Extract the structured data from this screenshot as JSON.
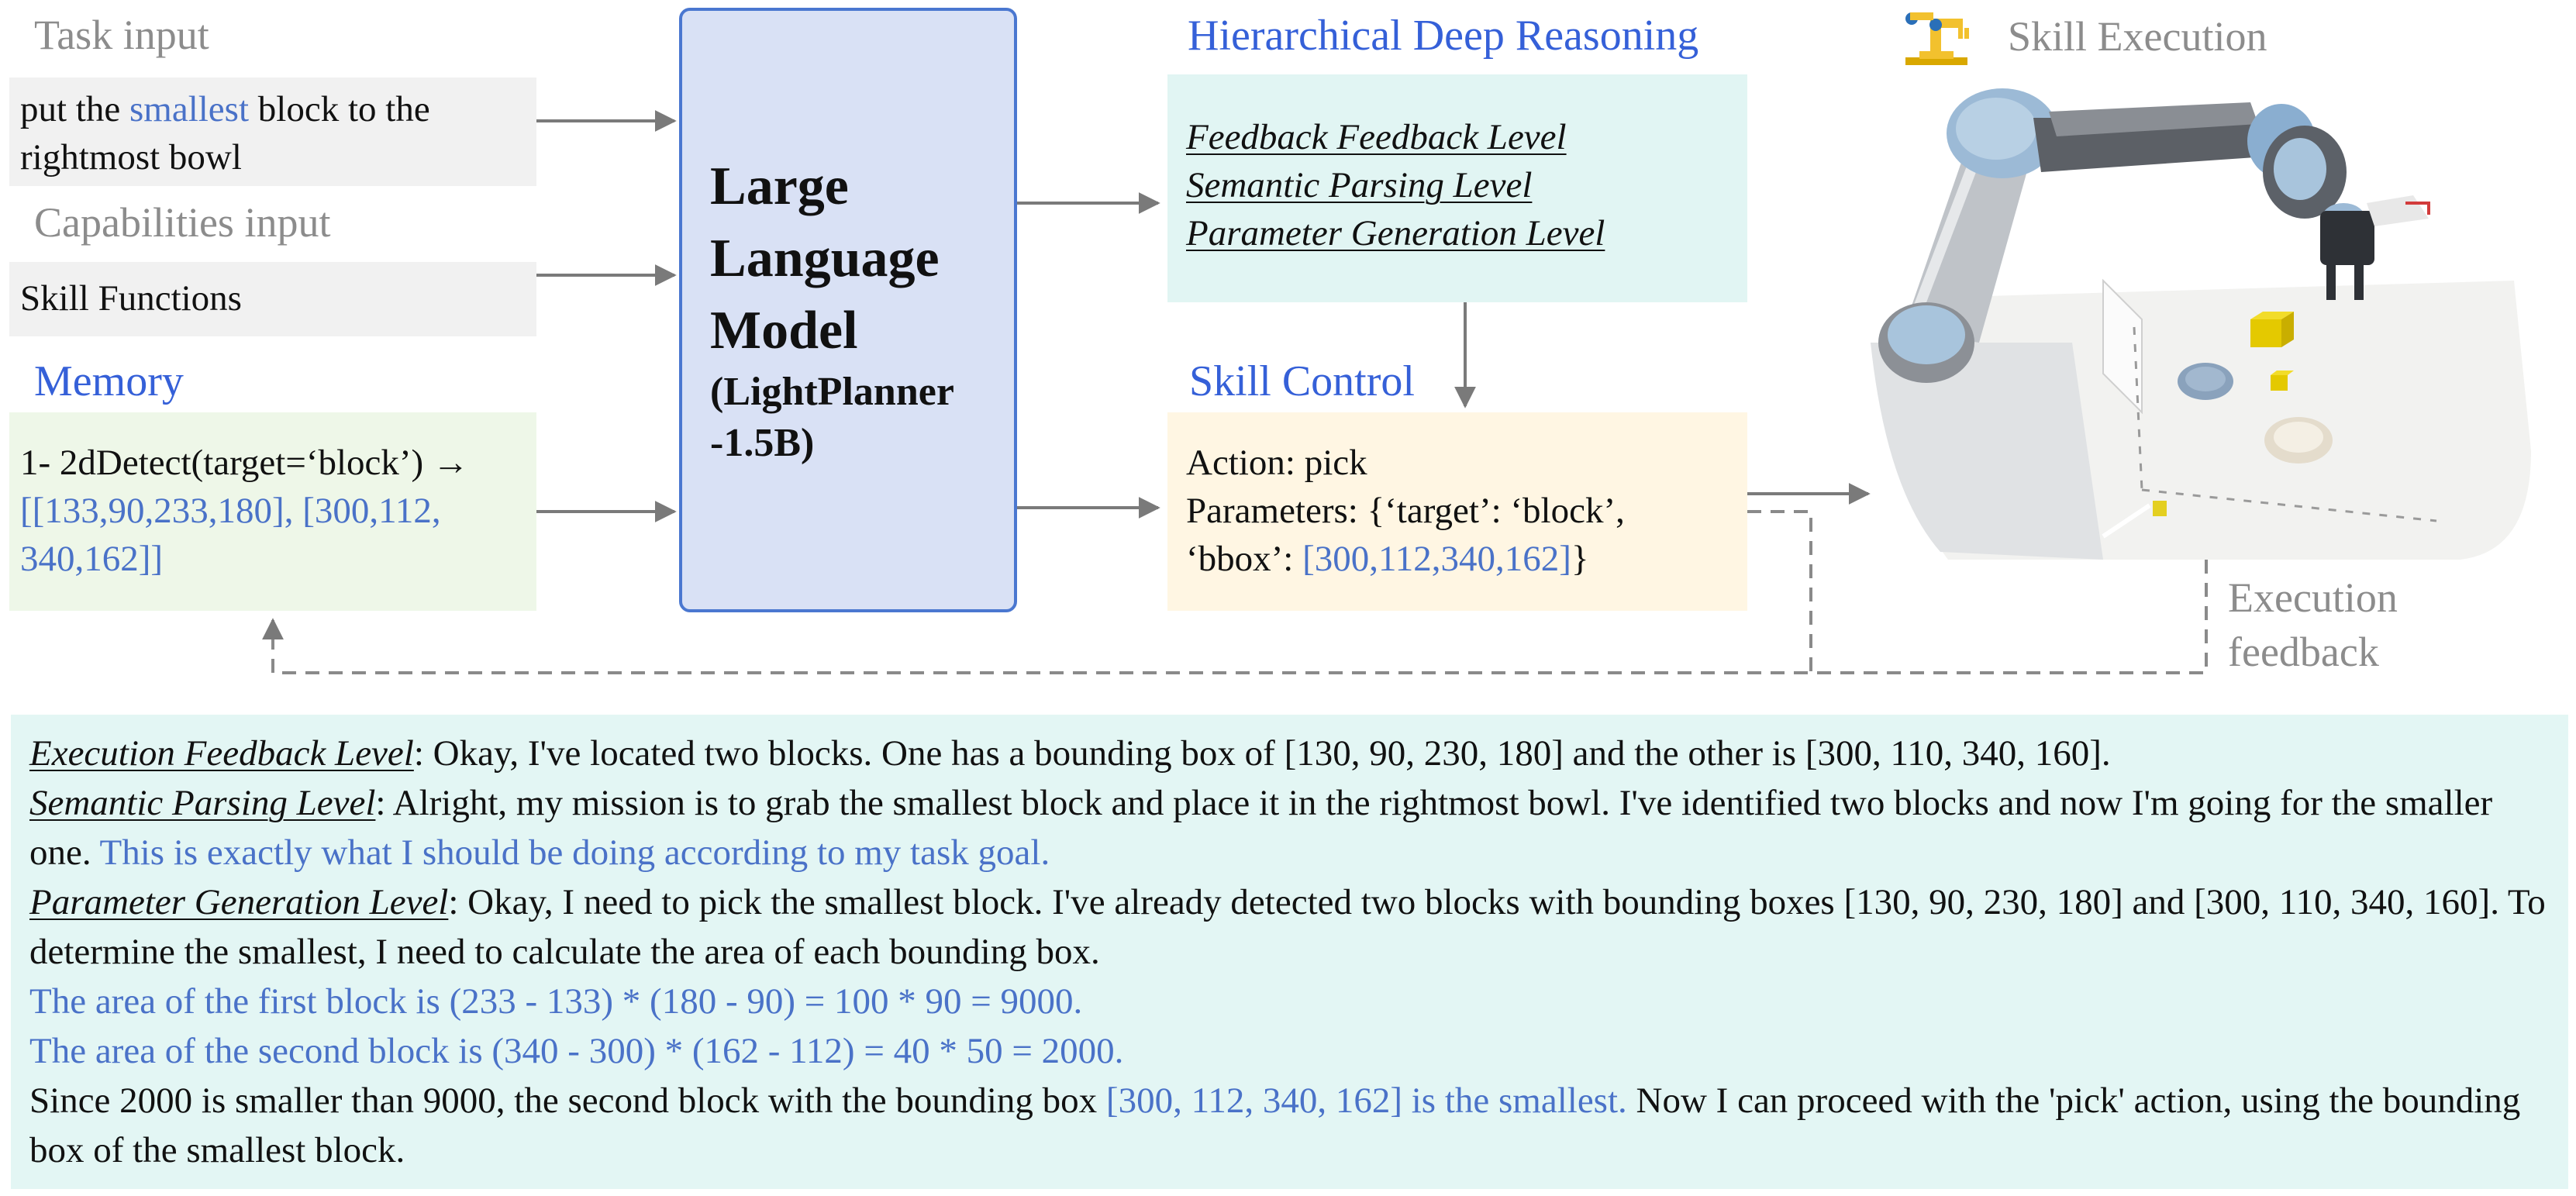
{
  "inputs": {
    "task_title": "Task input",
    "task_parts": [
      "put the ",
      "smallest",
      " block to the rightmost bowl"
    ],
    "capabilities_title": "Capabilities input",
    "capabilities_text": "Skill Functions",
    "memory_title": "Memory",
    "memory_line": "1-  2dDetect(target=‘block’) →",
    "memory_result": "[[133,90,233,180], [300,112, 340,162]]"
  },
  "llm": {
    "title_lines": [
      "Large",
      "Language",
      "Model"
    ],
    "subtitle_lines": [
      "(LightPlanner",
      "-1.5B)"
    ]
  },
  "reasoning": {
    "title": "Hierarchical Deep Reasoning",
    "levels": [
      "Feedback  Feedback Level",
      "Semantic Parsing Level",
      "Parameter Generation Level"
    ]
  },
  "skill_control": {
    "title": "Skill Control",
    "action": "Action: pick",
    "params_prefix": "Parameters: {‘target’: ‘block’,",
    "bbox_label": "‘bbox’: ",
    "bbox_value": "[300,112,340,162]",
    "close": "}"
  },
  "execution": {
    "title": "Skill Execution",
    "feedback_lines": [
      "Execution",
      "feedback"
    ],
    "icon": "robot-arm-icon"
  },
  "reasoning_output": {
    "p1_label": "Execution Feedback Level",
    "p1_text": ": Okay, I've located two blocks. One has a bounding box of [130, 90, 230, 180] and the other is [300, 110, 340, 160].",
    "p2_label": "Semantic Parsing Level",
    "p2_text": ": Alright, my mission is to grab the smallest block and place it in the rightmost bowl. I've identified two blocks and now I'm going for the smaller one. ",
    "p2_blue": "This is exactly what I should be doing according to my task goal.",
    "p3_label": "Parameter Generation Level",
    "p3_text": ": Okay, I need to pick the smallest block. I've already detected two blocks with bounding boxes [130, 90, 230, 180] and [300, 110, 340, 160]. To determine the smallest, I need to calculate the area of each bounding box.",
    "p4_blue": "The area of the first block is (233 - 133) * (180 - 90) = 100 * 90 = 9000.",
    "p5_blue": "The area of the second block is (340 - 300) * (162 - 112) = 40 * 50 = 2000.",
    "p6_text": "Since 2000 is smaller than 9000, the second block with the bounding box ",
    "p6_blue": "[300, 112, 340, 162] is the smallest.",
    "p6_text2": " Now I can proceed with the 'pick' action, using the bounding box of the smallest block."
  },
  "colors": {
    "accent_blue": "#3560d8",
    "value_blue": "#4a72c8",
    "llm_fill": "#d9e1f5",
    "input_gray": "#f1f1f1",
    "memory_green": "#eef7e8",
    "reasoning_teal": "#e1f5f3",
    "control_yellow": "#fff6e3",
    "arrow_gray": "#7a7a7a"
  }
}
